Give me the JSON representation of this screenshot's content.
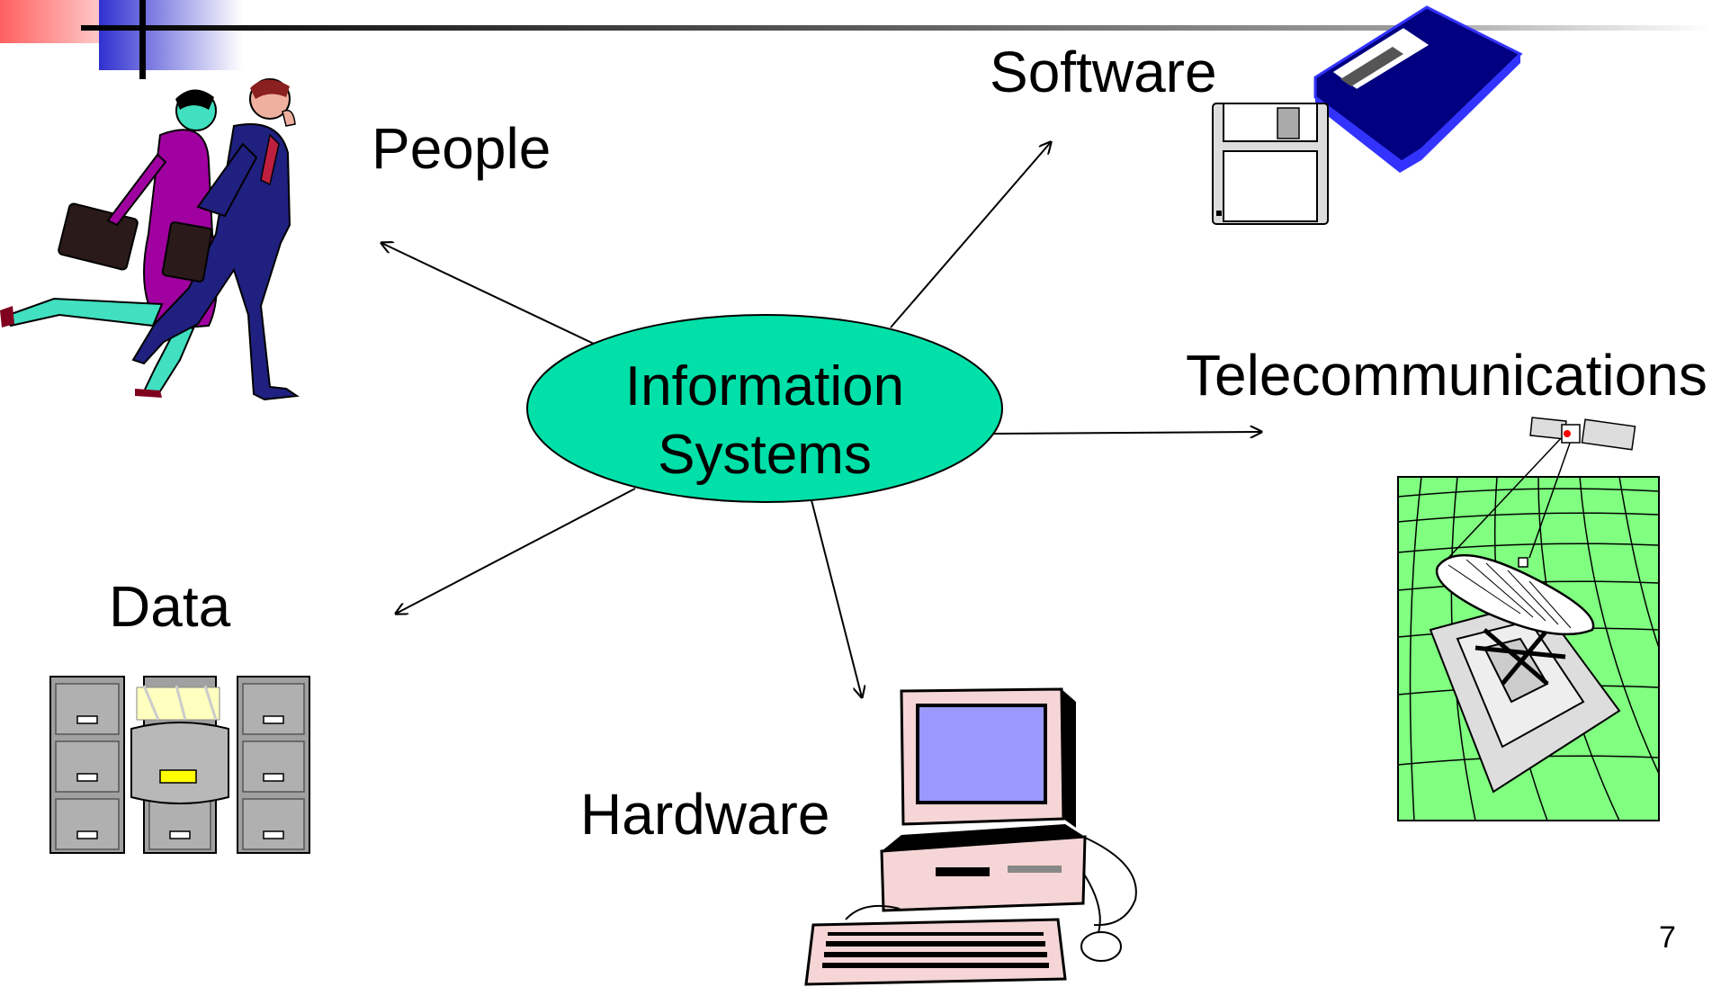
{
  "slide": {
    "center": {
      "line1": "Information",
      "line2": "Systems"
    },
    "nodes": {
      "people": "People",
      "software": "Software",
      "telecom": "Telecommunications",
      "data": "Data",
      "hardware": "Hardware"
    },
    "page_number": "7"
  },
  "colors": {
    "ellipse_fill": "#00E0A8",
    "floppy_blue": "#000080",
    "grid_green": "#80FF80",
    "monitor_screen": "#9999FF",
    "computer_pink": "#F5D5D5"
  },
  "icons": [
    "people-running-icon",
    "floppy-disk-icon",
    "satellite-dish-icon",
    "file-cabinet-icon",
    "computer-icon"
  ]
}
